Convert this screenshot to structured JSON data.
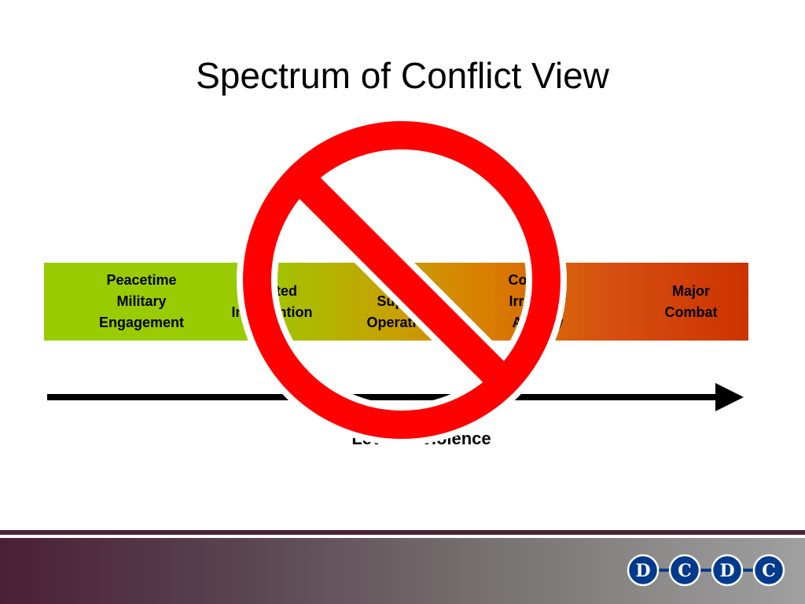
{
  "slide": {
    "title": "Spectrum of Conflict View"
  },
  "spectrum": {
    "stages": [
      {
        "label": "Peacetime\nMilitary\nEngagement"
      },
      {
        "label": "Limited\nIntervention"
      },
      {
        "label": "Peace\nSupport\nOperations"
      },
      {
        "label": "Counter-\nIrregular\nActivity"
      },
      {
        "label": "Major\nCombat"
      }
    ],
    "axis_label": "Level of violence"
  },
  "overlay": {
    "icon": "prohibition-icon",
    "color": "#ff0000"
  },
  "footer": {
    "logo_letters": [
      "D",
      "C",
      "D",
      "C"
    ],
    "logo_color": "#003a8c"
  }
}
